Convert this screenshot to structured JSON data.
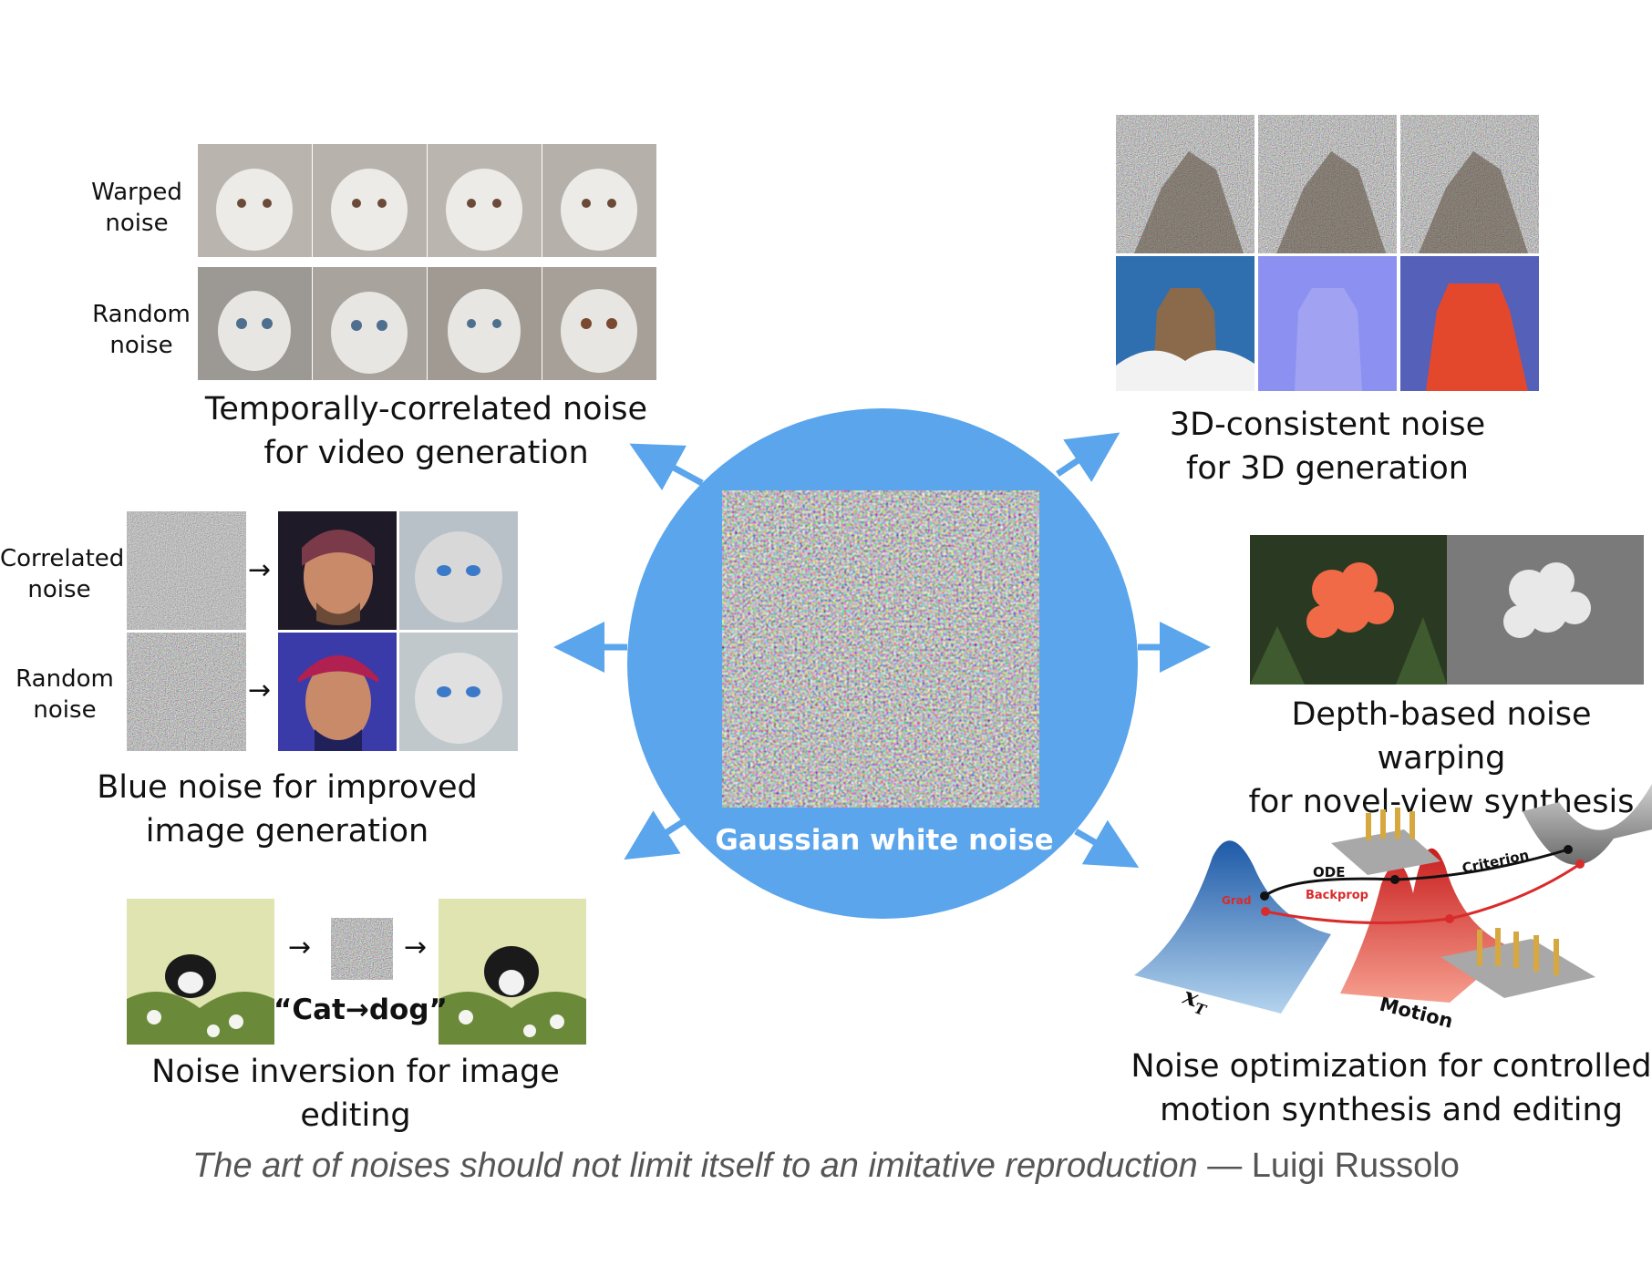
{
  "center": {
    "label": "Gaussian white noise",
    "circle_color": "#5aa5ec"
  },
  "video": {
    "row1_label": [
      "Warped",
      "noise"
    ],
    "row2_label": [
      "Random",
      "noise"
    ],
    "caption": [
      "Temporally-correlated noise",
      "for video generation"
    ]
  },
  "threed": {
    "caption": [
      "3D-consistent noise",
      "for 3D generation"
    ]
  },
  "blue": {
    "row1_label": [
      "Correlated",
      "noise"
    ],
    "row2_label": [
      "Random",
      "noise"
    ],
    "arrow": "→",
    "caption": [
      "Blue noise for improved",
      "image generation"
    ]
  },
  "depth": {
    "caption": [
      "Depth-based noise warping",
      "for novel-view synthesis"
    ]
  },
  "inversion": {
    "arrow": "→",
    "prompt": "“Cat→dog”",
    "caption": "Noise inversion for image editing"
  },
  "motion": {
    "labels": {
      "ode": "ODE",
      "criterion": "Criterion",
      "grad": "Grad",
      "backprop": "Backprop",
      "xt": "x",
      "xt_sub": "T",
      "motion": "Motion"
    },
    "caption": [
      "Noise optimization for controlled",
      "motion synthesis and editing"
    ]
  },
  "quote": {
    "text": "The art of noises should not limit itself to an imitative reproduction",
    "author": " — Luigi Russolo"
  },
  "colors": {
    "arrow": "#5aa5ec",
    "grad_red": "#d92b2b"
  }
}
